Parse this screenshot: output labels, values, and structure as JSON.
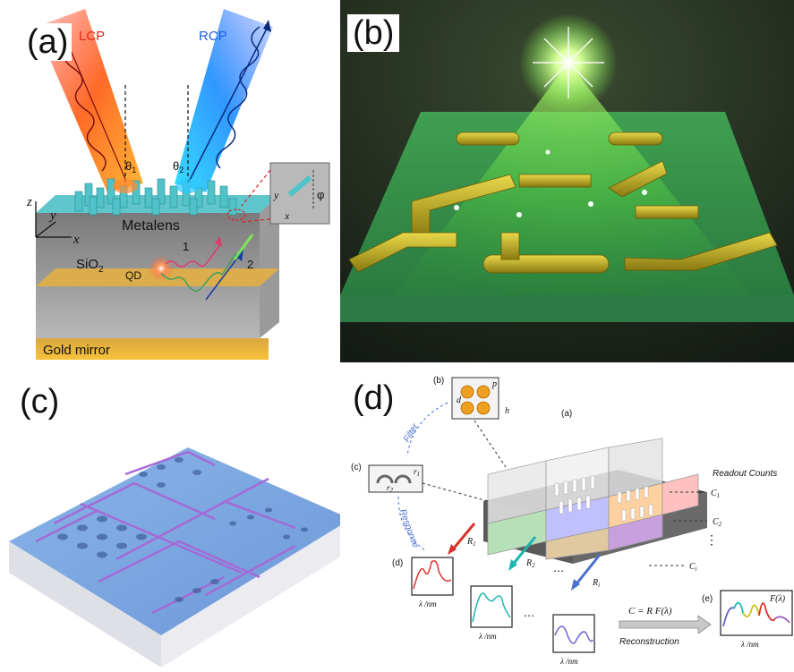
{
  "panels": {
    "a": {
      "label": "(a)",
      "lcp": "LCP",
      "rcp": "RCP",
      "theta1": "θ",
      "theta1_sub": "1",
      "theta2": "θ",
      "theta2_sub": "2",
      "axis_z": "z",
      "axis_y": "y",
      "axis_x": "x",
      "inset_y": "y",
      "inset_x": "x",
      "inset_phi": "φ",
      "metalens": "Metalens",
      "sio2": "SiO",
      "sio2_sub": "2",
      "qd": "QD",
      "path1": "1",
      "path2": "2",
      "gold_mirror": "Gold mirror",
      "colors": {
        "lcp": "#ff3b1a",
        "rcp": "#1a6bff",
        "gold": "#f2b330",
        "slab": "#8c8c8c"
      }
    },
    "b": {
      "label": "(b)",
      "colors": {
        "glow": "#7dff4a",
        "gold": "#c8b414",
        "bg": "#1e2a1e"
      }
    },
    "c": {
      "label": "(c)",
      "colors": {
        "surface": "#7fa9e0",
        "groove": "#a070d0",
        "base": "#e8e8ec"
      }
    },
    "d": {
      "label": "(d)",
      "inset_b": "(b)",
      "inset_b_p": "p",
      "inset_b_d": "d",
      "inset_b_h": "h",
      "inset_a": "(a)",
      "inset_c": "(c)",
      "inset_c_r1": "r",
      "inset_c_r1_sub": "1",
      "inset_c_r2": "r",
      "inset_c_r2_sub": "2",
      "inset_d": "(d)",
      "inset_e": "(e)",
      "filter": "Filter",
      "response": "Response",
      "readout_counts": "Readout Counts",
      "c1": "C",
      "c1_sub": "1",
      "c2": "C",
      "c2_sub": "2",
      "ci": "C",
      "ci_sub": "i",
      "dots_v": "⋮",
      "r1": "R",
      "r1_sub": "1",
      "r2": "R",
      "r2_sub": "2",
      "ri": "R",
      "ri_sub": "i",
      "dots_h1": "⋯",
      "dots_h2": "⋯",
      "equation": "C = R F(λ)",
      "reconstruction": "Reconstruction",
      "f_lambda": "F(λ)",
      "lambda_nm_1": "λ /nm",
      "lambda_nm_2": "λ /nm",
      "lambda_nm_3": "λ /nm",
      "lambda_nm_4": "λ /nm",
      "colors": {
        "red": "#d9322e",
        "teal": "#1bb5b0",
        "purple": "#6a63c9",
        "blue": "#4b6fd0"
      }
    }
  }
}
